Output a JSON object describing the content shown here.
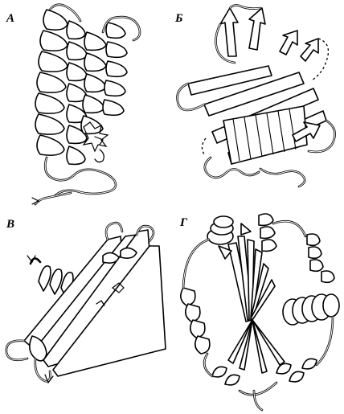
{
  "panels": [
    {
      "id": "A",
      "label": "А"
    },
    {
      "id": "B",
      "label": "Б"
    },
    {
      "id": "V",
      "label": "В"
    },
    {
      "id": "G",
      "label": "Г"
    }
  ]
}
